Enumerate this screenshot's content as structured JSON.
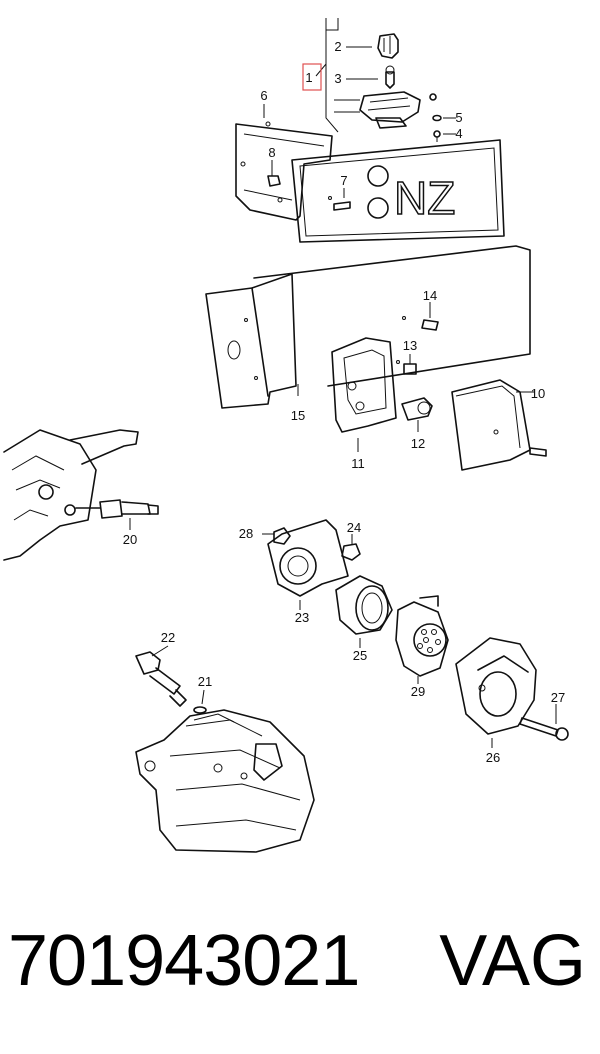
{
  "diagram": {
    "callouts": [
      {
        "id": "c1",
        "label": "1"
      },
      {
        "id": "c2",
        "label": "2"
      },
      {
        "id": "c3",
        "label": "3"
      },
      {
        "id": "c4",
        "label": "4"
      },
      {
        "id": "c5",
        "label": "5"
      },
      {
        "id": "c6",
        "label": "6"
      },
      {
        "id": "c7",
        "label": "7"
      },
      {
        "id": "c8",
        "label": "8"
      },
      {
        "id": "c10",
        "label": "10"
      },
      {
        "id": "c11",
        "label": "11"
      },
      {
        "id": "c12",
        "label": "12"
      },
      {
        "id": "c13",
        "label": "13"
      },
      {
        "id": "c14",
        "label": "14"
      },
      {
        "id": "c15",
        "label": "15"
      },
      {
        "id": "c20",
        "label": "20"
      },
      {
        "id": "c21",
        "label": "21"
      },
      {
        "id": "c22",
        "label": "22"
      },
      {
        "id": "c23",
        "label": "23"
      },
      {
        "id": "c24",
        "label": "24"
      },
      {
        "id": "c25",
        "label": "25"
      },
      {
        "id": "c26",
        "label": "26"
      },
      {
        "id": "c27",
        "label": "27"
      },
      {
        "id": "c28",
        "label": "28"
      },
      {
        "id": "c29",
        "label": "29"
      }
    ],
    "plate_text": "NZ",
    "highlighted_callout": "1",
    "highlight_color": "#e05050"
  },
  "footer": {
    "part_number": "701943021",
    "brand": "VAG"
  }
}
